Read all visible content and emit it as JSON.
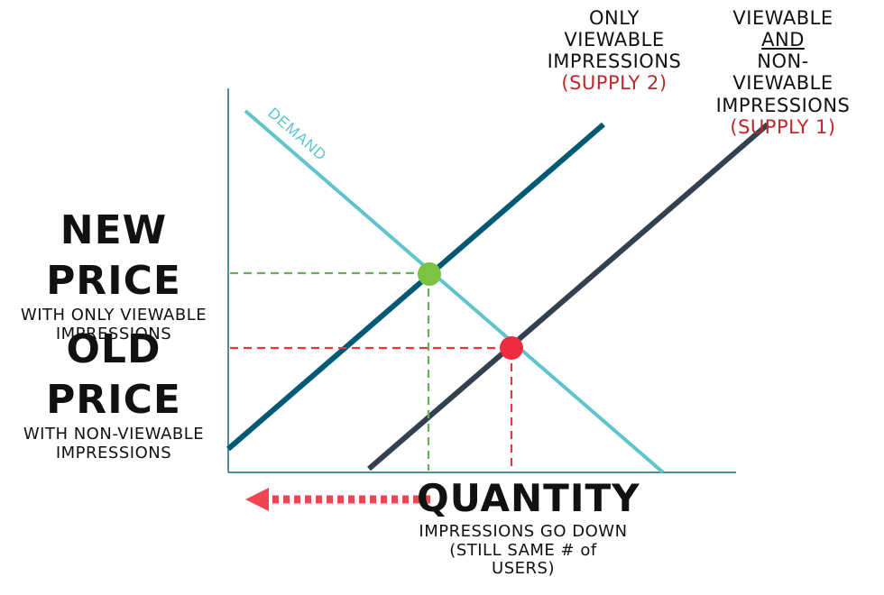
{
  "colors": {
    "demand": "#5fc4cc",
    "supply2": "#005a73",
    "supply1": "#34404f",
    "axis": "#4f8f95",
    "new_price_point": "#7cc243",
    "old_price_point": "#ef2b3f",
    "new_price_guide": "#67ad5a",
    "old_price_guide": "#e8363f",
    "arrow": "#ef4451",
    "supply_label": "#c0272d"
  },
  "labels": {
    "demand": "DEMAND",
    "supply2": {
      "line1": "ONLY VIEWABLE",
      "line2": "IMPRESSIONS",
      "line3": "(SUPPLY 2)"
    },
    "supply1": {
      "line1_prefix": "VIEWABLE ",
      "line1_emphasis": "AND",
      "line2": "NON-VIEWABLE",
      "line3": "IMPRESSIONS",
      "line4": "(SUPPLY 1)"
    },
    "new_price": {
      "title": "NEW PRICE",
      "sub1": "WITH ONLY VIEWABLE",
      "sub2": "IMPRESSIONS"
    },
    "old_price": {
      "title": "OLD PRICE",
      "sub1": "WITH NON-VIEWABLE",
      "sub2": "IMPRESSIONS"
    },
    "quantity": {
      "title": "QUANTITY",
      "sub1": "IMPRESSIONS GO DOWN",
      "sub2": "(STILL SAME # of USERS)"
    }
  }
}
